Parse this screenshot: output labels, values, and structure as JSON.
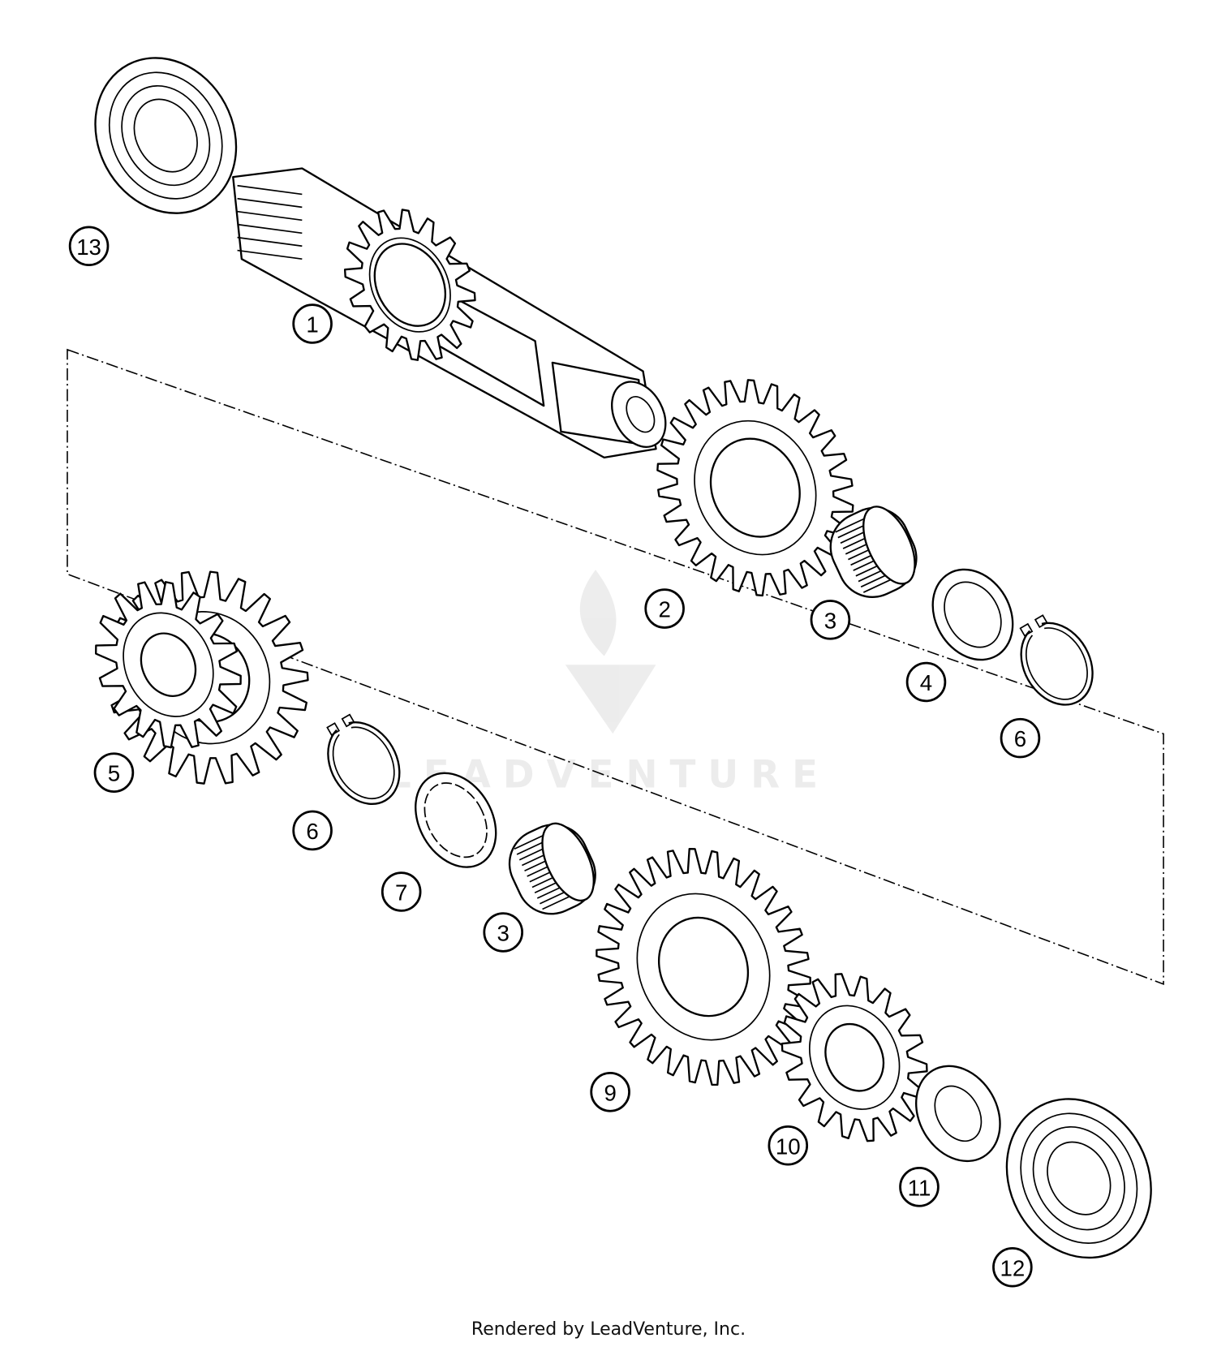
{
  "diagram": {
    "callouts": [
      {
        "label": "13",
        "part": "bearing-top"
      },
      {
        "label": "1",
        "part": "main-shaft"
      },
      {
        "label": "2",
        "part": "gear-2"
      },
      {
        "label": "3",
        "part": "needle-bearing-upper"
      },
      {
        "label": "4",
        "part": "washer-upper"
      },
      {
        "label": "6",
        "part": "circlip-upper"
      },
      {
        "label": "5",
        "part": "gear-5"
      },
      {
        "label": "6",
        "part": "circlip-lower"
      },
      {
        "label": "7",
        "part": "splined-washer"
      },
      {
        "label": "3",
        "part": "needle-bearing-lower"
      },
      {
        "label": "9",
        "part": "gear-9"
      },
      {
        "label": "10",
        "part": "gear-10"
      },
      {
        "label": "11",
        "part": "washer-lower"
      },
      {
        "label": "12",
        "part": "bearing-bottom"
      }
    ],
    "watermark": "LEADVENTURE"
  },
  "footer": {
    "text": "Rendered by LeadVenture, Inc."
  }
}
